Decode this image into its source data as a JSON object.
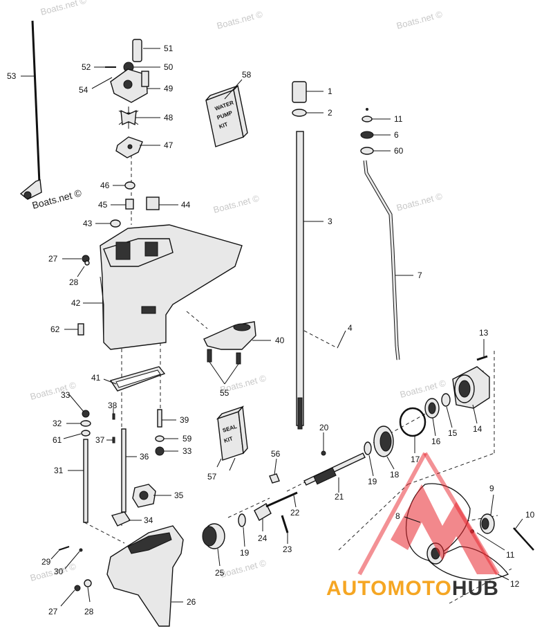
{
  "watermarks": {
    "text": "Boats.net ©"
  },
  "part_numbers": [
    "1",
    "2",
    "3",
    "4",
    "6",
    "7",
    "8",
    "9",
    "10",
    "11",
    "11",
    "12",
    "13",
    "14",
    "15",
    "16",
    "17",
    "18",
    "19",
    "19",
    "20",
    "21",
    "22",
    "23",
    "24",
    "25",
    "26",
    "27",
    "27",
    "28",
    "28",
    "29",
    "30",
    "31",
    "32",
    "33",
    "33",
    "34",
    "35",
    "36",
    "37",
    "38",
    "39",
    "40",
    "41",
    "42",
    "43",
    "44",
    "45",
    "46",
    "47",
    "48",
    "49",
    "50",
    "51",
    "52",
    "53",
    "54",
    "55",
    "56",
    "57",
    "58",
    "59",
    "60",
    "61",
    "62"
  ],
  "labels": {
    "n1": "1",
    "n2": "2",
    "n3": "3",
    "n4": "4",
    "n6": "6",
    "n7": "7",
    "n8": "8",
    "n9": "9",
    "n10": "10",
    "n11a": "11",
    "n11b": "11",
    "n12": "12",
    "n13": "13",
    "n14": "14",
    "n15": "15",
    "n16": "16",
    "n17": "17",
    "n18": "18",
    "n19a": "19",
    "n19b": "19",
    "n20": "20",
    "n21": "21",
    "n22": "22",
    "n23": "23",
    "n24": "24",
    "n25": "25",
    "n26": "26",
    "n27a": "27",
    "n27b": "27",
    "n28a": "28",
    "n28b": "28",
    "n29": "29",
    "n30": "30",
    "n31": "31",
    "n32": "32",
    "n33a": "33",
    "n33b": "33",
    "n34": "34",
    "n35": "35",
    "n36": "36",
    "n37": "37",
    "n38": "38",
    "n39": "39",
    "n40": "40",
    "n41": "41",
    "n42": "42",
    "n43": "43",
    "n44": "44",
    "n45": "45",
    "n46": "46",
    "n47": "47",
    "n48": "48",
    "n49": "49",
    "n50": "50",
    "n51": "51",
    "n52": "52",
    "n53": "53",
    "n54": "54",
    "n55": "55",
    "n56": "56",
    "n57": "57",
    "n58": "58",
    "n59": "59",
    "n60": "60",
    "n61": "61",
    "n62": "62"
  },
  "kits": {
    "water_pump_kit": [
      "WATER",
      "PUMP",
      "KIT"
    ],
    "seal_kit": [
      "SEAL",
      "KIT"
    ]
  },
  "logo": {
    "text_auto": "AUTO",
    "text_moto": "MOTO",
    "text_hub": "HUB",
    "color_orange": "#f5a623",
    "color_red": "#e8262e",
    "color_dark": "#333333"
  }
}
